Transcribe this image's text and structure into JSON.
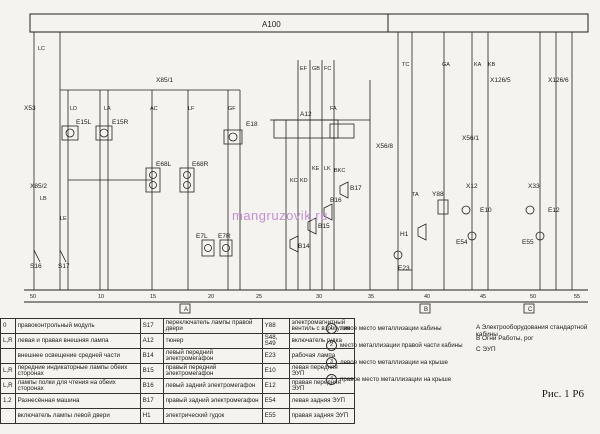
{
  "diagram": {
    "header_block": "A100",
    "connectors": [
      "X53",
      "X85/2",
      "X85/1",
      "X56/8",
      "X126/5",
      "X126/6",
      "X56/1",
      "X12",
      "X33"
    ],
    "devices": [
      "E15L",
      "E15R",
      "E68L",
      "E68R",
      "E18",
      "E7L",
      "E7R",
      "A12",
      "B17",
      "B16",
      "B15",
      "B14",
      "H1",
      "Y88",
      "E23",
      "E10",
      "E12",
      "E54",
      "E55",
      "S16",
      "S17"
    ],
    "wire_labels": [
      "LC",
      "LB",
      "LD",
      "LA",
      "LE",
      "AC",
      "LF",
      "GF",
      "EF",
      "GB",
      "FC",
      "FA",
      "TC",
      "TA",
      "GA",
      "KA",
      "KB",
      "KC",
      "KD",
      "KE",
      "LK",
      "BKC"
    ],
    "bus_numbers": [
      "50",
      "10",
      "15",
      "20",
      "25",
      "30",
      "35",
      "40",
      "45",
      "50",
      "55"
    ],
    "sections": [
      "A",
      "B",
      "C"
    ],
    "watermark": "mangruzovik.ru"
  },
  "legend_table": [
    [
      "0",
      "правоконтрольный модуль",
      "S17",
      "переключатель лампы правой двери",
      "Y88",
      "электромагнитный вентиль с взрогутом"
    ],
    [
      "L,R",
      "левая и правая внешняя лампа",
      "A12",
      "тюнер",
      "S48, S49",
      "включатель гудка"
    ],
    [
      "",
      "внешнее освещение средней части",
      "B14",
      "левый передний электромегафон",
      "E23",
      "рабочая лампа"
    ],
    [
      "L,R",
      "передние индикаторные лампы обеих сторонах",
      "B15",
      "правый передний электромегафон",
      "E10",
      "левая передняя ЭУП"
    ],
    [
      "L,R",
      "лампы полки для чтения на обеих сторонах",
      "B16",
      "левый задний электромегафон",
      "E12",
      "правая передняя ЭУП"
    ],
    [
      "1.2",
      "Разнесённая машина",
      "B17",
      "правый задний электромегафон",
      "E54",
      "левая задняя ЭУП"
    ],
    [
      "",
      "включатель лампы левой двери",
      "H1",
      "электрический гудок",
      "E55",
      "правая задняя ЭУП"
    ]
  ],
  "ground_points": [
    {
      "n": "1",
      "text": "левое место металлизации кабины"
    },
    {
      "n": "2",
      "text": "место металлизации правой части кабины"
    },
    {
      "n": "3",
      "text": "левое место металлизации на крыше"
    },
    {
      "n": "4",
      "text": "правое место металлизации на крыше"
    }
  ],
  "sections_legend": [
    "A   Электрооборудования стандартной кабины",
    "B   Огни Работы, рог",
    "C   ЭУП"
  ],
  "figure_label": "Рис. 1 Р6"
}
